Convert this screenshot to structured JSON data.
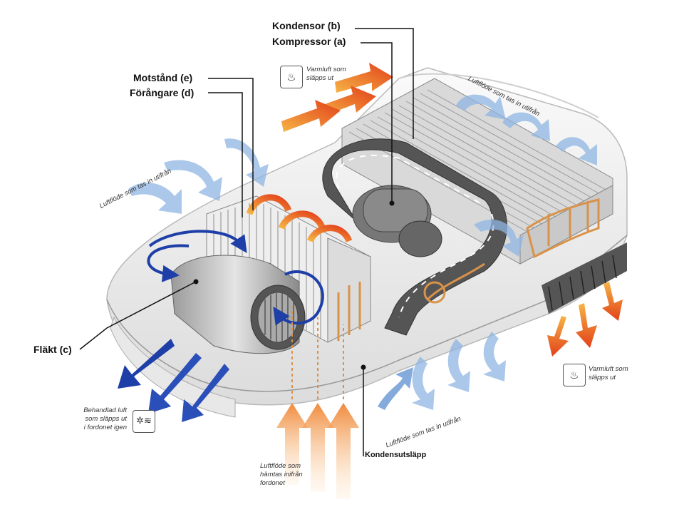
{
  "labels": {
    "kondensor": "Kondensor (b)",
    "kompressor": "Kompressor (a)",
    "motstand": "Motstånd (e)",
    "forangare": "Förångare (d)",
    "flakt": "Fläkt (c)",
    "kondensutslapp": "Kondensutsläpp"
  },
  "annotations": {
    "varmluft_top": [
      "Varmluft som",
      "släpps ut"
    ],
    "varmluft_right": [
      "Varmluft som",
      "släpps ut"
    ],
    "luftflode_top_right": "Luftflöde som tas in utifrån",
    "luftflode_left": "Luftflöde som tas in utifrån",
    "luftflode_bottom": "Luftflöde som tas in utifrån",
    "behandlad": [
      "Behandlad luft",
      "som släpps ut",
      "i fordonet igen"
    ],
    "luftflode_inifran": [
      "Luftflöde som",
      "hämtas inifrån",
      "fordonet"
    ]
  },
  "icons": {
    "heat_top": "heat-waves-icon",
    "heat_right": "heat-waves-icon",
    "fan_air": "fan-air-icon"
  },
  "colors": {
    "cold_arrow": "#1e3fa8",
    "inflow_arrow": "#8fb6e3",
    "hot_arrow": "#e8531a",
    "warm_arrow": "#f5a623",
    "copper": "#d9924a"
  }
}
